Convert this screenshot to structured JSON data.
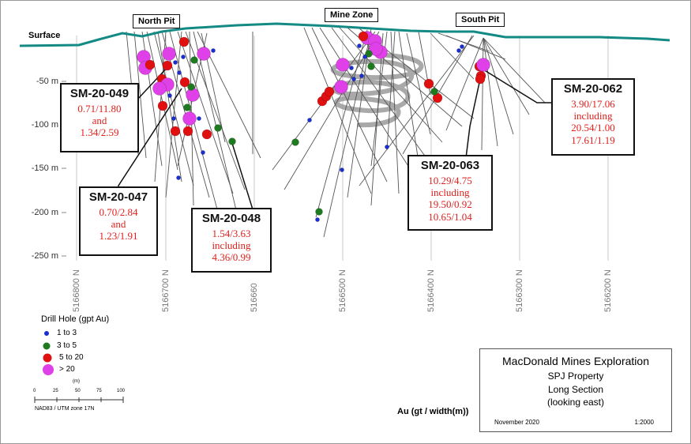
{
  "surface_label": "Surface",
  "pits": {
    "north": "North Pit",
    "mine_zone": "Mine Zone",
    "south": "South Pit"
  },
  "elevation_labels": [
    "-50 m",
    "-100 m",
    "-150 m",
    "-200 m",
    "-250 m"
  ],
  "northing_labels": [
    "5166800 N",
    "5166700 N",
    "516660",
    "5166500 N",
    "5166400 N",
    "5166300 N",
    "5166200 N"
  ],
  "legend": {
    "title": "Drill Hole (gpt Au)",
    "items": [
      {
        "label": "1 to 3",
        "color": "#1a2fd0"
      },
      {
        "label": "3 to 5",
        "color": "#1e7a1e"
      },
      {
        "label": "5 to 20",
        "color": "#e01010"
      },
      {
        "label": "> 20",
        "color": "#e040e8"
      }
    ]
  },
  "scale_bar": {
    "unit": "(m)",
    "ticks": [
      "0",
      "25",
      "50",
      "75",
      "100"
    ],
    "datum": "NAD83 / UTM zone 17N"
  },
  "axis_note": "Au (gt / width(m))",
  "callouts": {
    "sm049": {
      "hole": "SM-20-049",
      "lines": [
        "0.71/11.80",
        "and",
        "1.34/2.59"
      ]
    },
    "sm047": {
      "hole": "SM-20-047",
      "lines": [
        "0.70/2.84",
        "and",
        "1.23/1.91"
      ]
    },
    "sm048": {
      "hole": "SM-20-048",
      "lines": [
        "1.54/3.63",
        "including",
        "4.36/0.99"
      ]
    },
    "sm063": {
      "hole": "SM-20-063",
      "lines": [
        "10.29/4.75",
        "including",
        "19.50/0.92",
        "10.65/1.04"
      ]
    },
    "sm062": {
      "hole": "SM-20-062",
      "lines": [
        "3.90/17.06",
        "including",
        "20.54/1.00",
        "17.61/1.19"
      ]
    }
  },
  "title_block": {
    "company": "MacDonald Mines Exploration",
    "property": "SPJ Property",
    "section": "Long Section",
    "view": "(looking east)",
    "date": "November 2020",
    "scale": "1:2000"
  },
  "colors": {
    "surface": "#138a84",
    "low": "#1a2fd0",
    "mid": "#1e7a1e",
    "high": "#e01010",
    "very_high": "#e040e8",
    "callout_text": "#e0201c"
  }
}
